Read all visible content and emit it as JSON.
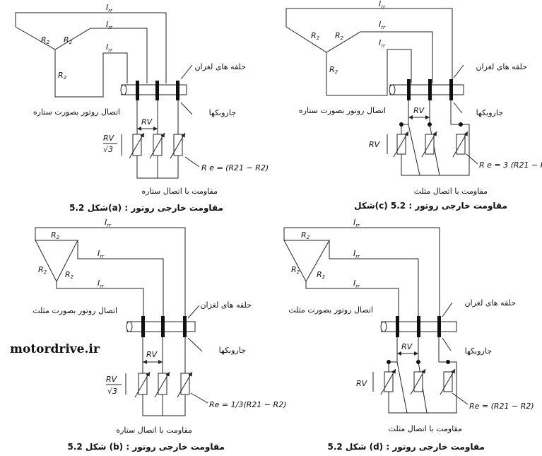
{
  "watermark": "motordrive.ir",
  "symbols": {
    "current": "I",
    "current_sub": "rr",
    "r2": "R",
    "r2_sub": "2",
    "rv": "RV",
    "rv_over": "RV",
    "sqrt3": "√3"
  },
  "panels": {
    "a": {
      "rotor_label": "اتصال روتور بصورت ستاره",
      "slip_rings_label": "حلقه های لغزان",
      "brushes_label": "جاروبکها",
      "resistor_label": "مقاومت با اتصال ستاره",
      "formula": "R e = (R21 − R2)",
      "caption": "شکل 5.2(a) : مقاومت خارجی روتور"
    },
    "b": {
      "rotor_label": "اتصال روتور بصورت مثلث",
      "slip_rings_label": "حلقه های لغزان",
      "brushes_label": "جاروبکها",
      "resistor_label": "مقاومت با اتصال ستاره",
      "formula": "Re = 1/3(R21 − R2)",
      "caption": "شکل 5.2 (b) : مقاومت خارجی روتور"
    },
    "c": {
      "rotor_label": "اتصال روتور بصورت ستاره",
      "slip_rings_label": "حلقه های لغزان",
      "brushes_label": "جاروبکها",
      "resistor_label": "مقاومت با اتصال مثلث",
      "formula": "R e = 3 (R21 − R",
      "caption": "شکل(c) 5.2 : مقاومت خارجی روتور"
    },
    "d": {
      "rotor_label": "اتصال روتور بصورت مثلث",
      "slip_rings_label": "حلقه های لغزان",
      "brushes_label": "جاروبکها",
      "resistor_label": "مقاومت با اتصال مثلث",
      "formula": "Re = (R21 − R2)",
      "caption": "شکل 5.2 (d) : مقاومت خارجی روتور"
    }
  }
}
